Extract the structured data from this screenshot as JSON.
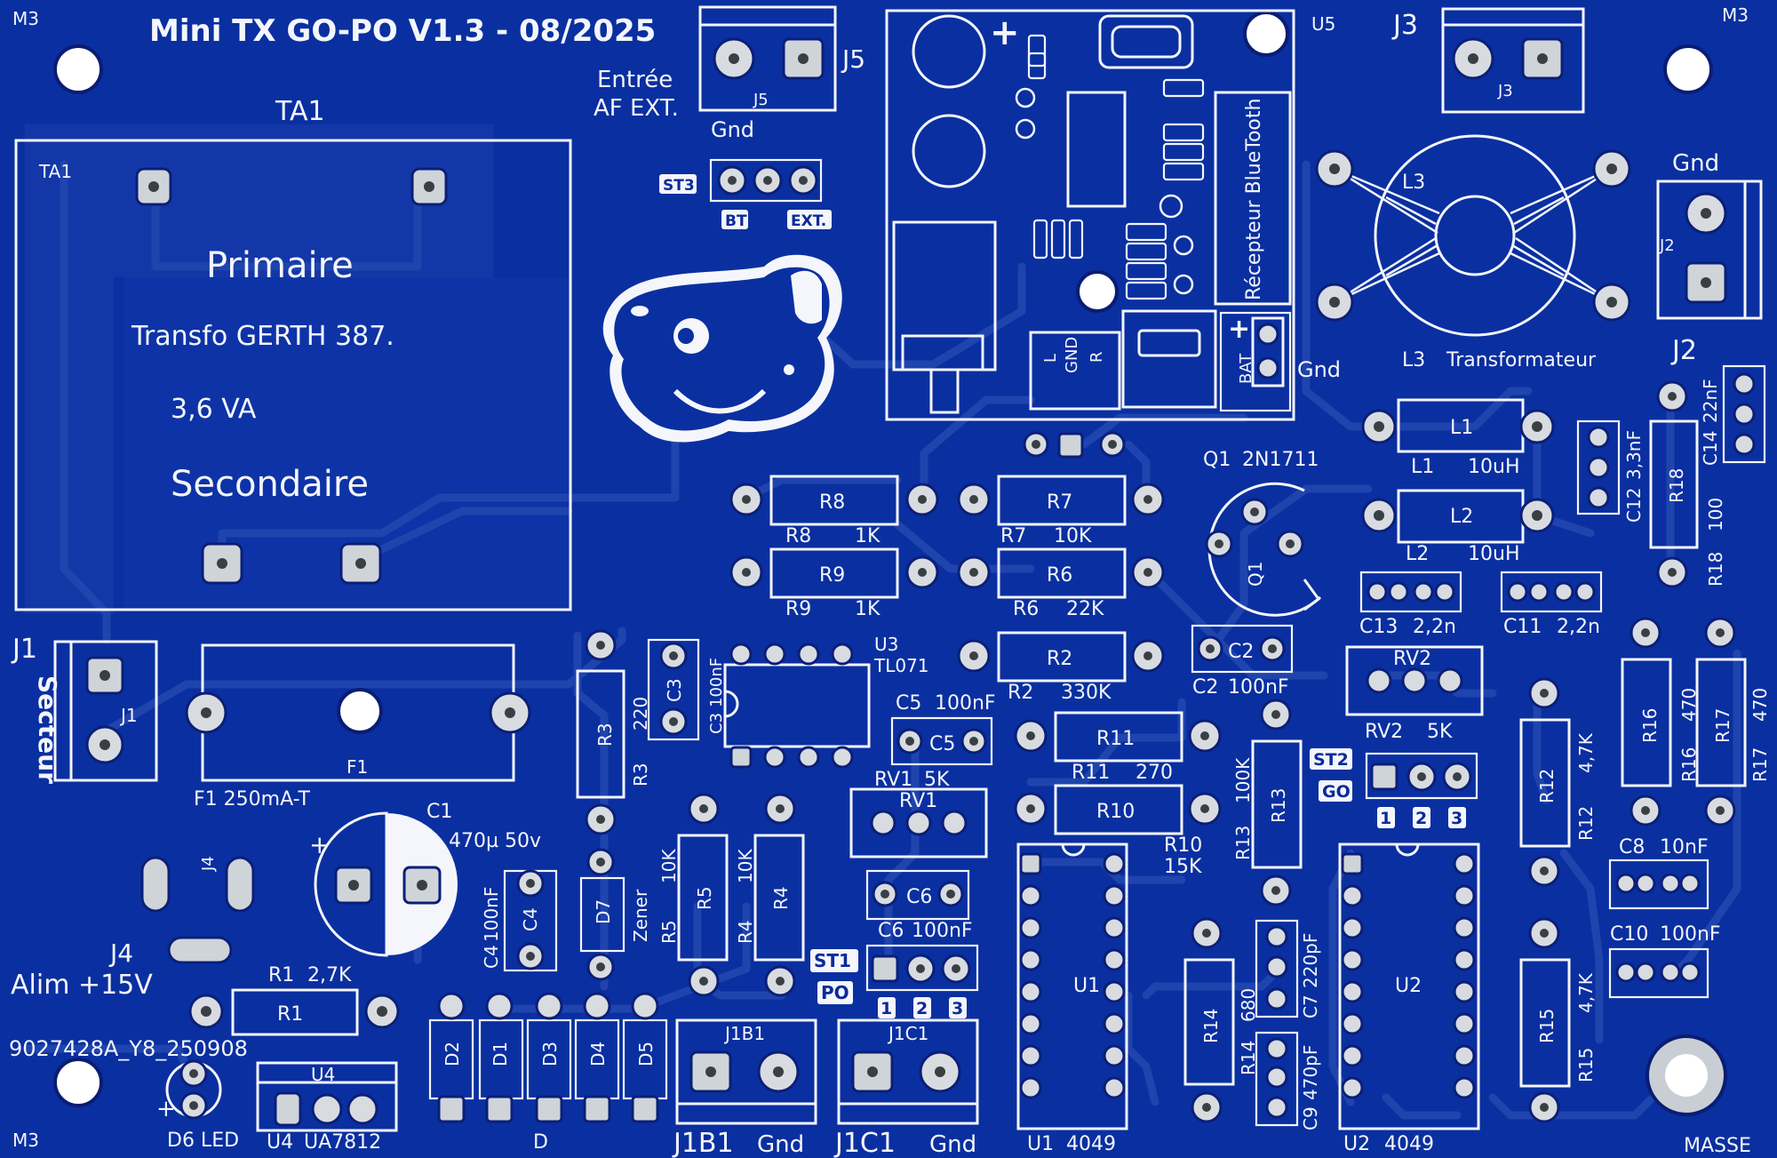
{
  "board": {
    "title": "Mini TX GO-PO V1.3 - 08/2025",
    "serial": "9027428A_Y8_250908",
    "mount_label": "M3",
    "masse_label": "MASSE",
    "colors": {
      "board": "#0a2fa0",
      "silk": "#f4f6fb",
      "pad": "#d8dce0",
      "trace": "#1f44ad"
    }
  },
  "transformer": {
    "ref": "TA1",
    "primary": "Primaire",
    "model": "Transfo GERTH 387.",
    "power": "3,6 VA",
    "secondary": "Secondaire"
  },
  "connectors": {
    "j1": {
      "ref": "J1",
      "label": "Secteur"
    },
    "j2": {
      "ref": "J2",
      "gnd": "Gnd"
    },
    "j3": {
      "ref": "J3"
    },
    "j4": {
      "ref": "J4",
      "label": "Alim +15V"
    },
    "j5": {
      "ref": "J5",
      "label_line1": "Entrée",
      "label_line2": "AF EXT.",
      "gnd": "Gnd"
    },
    "j1b1": {
      "ref": "J1B1",
      "gnd": "Gnd"
    },
    "j1c1": {
      "ref": "J1C1",
      "gnd": "Gnd"
    }
  },
  "fuse": {
    "ref": "F1",
    "value": "F1 250mA-T"
  },
  "bluetooth": {
    "label": "Récepteur BlueTooth",
    "u5": "U5",
    "l": "L",
    "gnd": "GND",
    "r": "R",
    "bat": "BAT",
    "plus": "+"
  },
  "st3": {
    "ref": "ST3",
    "bt": "BT",
    "ext": "EXT."
  },
  "st2": {
    "ref": "ST2",
    "go": "GO",
    "n1": "1",
    "n2": "2",
    "n3": "3"
  },
  "st1": {
    "ref": "ST1",
    "po": "PO",
    "n1": "1",
    "n2": "2",
    "n3": "3"
  },
  "inductors": {
    "l1": {
      "ref": "L1",
      "value": "10uH"
    },
    "l2": {
      "ref": "L2",
      "value": "10uH"
    },
    "l3": {
      "ref": "L3",
      "label": "Transformateur"
    }
  },
  "transistor": {
    "ref": "Q1",
    "value": "2N1711"
  },
  "ics": {
    "u1": {
      "ref": "U1",
      "value": "4049"
    },
    "u2": {
      "ref": "U2",
      "value": "4049"
    },
    "u3": {
      "ref": "U3",
      "value": "TL071"
    },
    "u4": {
      "ref": "U4",
      "value": "UA7812"
    }
  },
  "resistors": {
    "r1": {
      "ref": "R1",
      "value": "2,7K"
    },
    "r2": {
      "ref": "R2",
      "value": "330K"
    },
    "r3": {
      "ref": "R3",
      "value": "220"
    },
    "r4": {
      "ref": "R4",
      "value": "10K"
    },
    "r5": {
      "ref": "R5",
      "value": "10K"
    },
    "r6": {
      "ref": "R6",
      "value": "22K"
    },
    "r7": {
      "ref": "R7",
      "value": "10K"
    },
    "r8": {
      "ref": "R8",
      "value": "1K"
    },
    "r9": {
      "ref": "R9",
      "value": "1K"
    },
    "r10": {
      "ref": "R10",
      "value": "15K"
    },
    "r11": {
      "ref": "R11",
      "value": "270"
    },
    "r12": {
      "ref": "R12",
      "value": "4,7K"
    },
    "r13": {
      "ref": "R13",
      "value": "100K"
    },
    "r14": {
      "ref": "R14",
      "value": "680"
    },
    "r15": {
      "ref": "R15",
      "value": "4,7K"
    },
    "r16": {
      "ref": "R16",
      "value": "470"
    },
    "r17": {
      "ref": "R17",
      "value": "470"
    },
    "r18": {
      "ref": "R18",
      "value": "100"
    }
  },
  "capacitors": {
    "c1": {
      "ref": "C1",
      "value": "470µ 50v",
      "plus": "+"
    },
    "c2": {
      "ref": "C2",
      "value": "100nF"
    },
    "c3": {
      "ref": "C3",
      "value": "100nF"
    },
    "c4": {
      "ref": "C4",
      "value": "100nF"
    },
    "c5": {
      "ref": "C5",
      "value": "100nF"
    },
    "c6": {
      "ref": "C6",
      "value": "100nF"
    },
    "c7": {
      "ref": "C7",
      "value": "220pF"
    },
    "c8": {
      "ref": "C8",
      "value": "10nF"
    },
    "c9": {
      "ref": "C9",
      "value": "470pF"
    },
    "c10": {
      "ref": "C10",
      "value": "100nF"
    },
    "c11": {
      "ref": "C11",
      "value": "2,2n"
    },
    "c12": {
      "ref": "C12",
      "value": "3,3nF"
    },
    "c13": {
      "ref": "C13",
      "value": "2,2n"
    },
    "c14": {
      "ref": "C14",
      "value": "22nF"
    }
  },
  "pots": {
    "rv1": {
      "ref": "RV1",
      "value": "5K"
    },
    "rv2": {
      "ref": "RV2",
      "value": "5K"
    }
  },
  "diodes": {
    "d1": "D1",
    "d2": "D2",
    "d3": "D3",
    "d4": "D4",
    "d5": "D5",
    "d_group": "D",
    "d6": "D6 LED",
    "d7": "D7",
    "zener": "Zener"
  }
}
